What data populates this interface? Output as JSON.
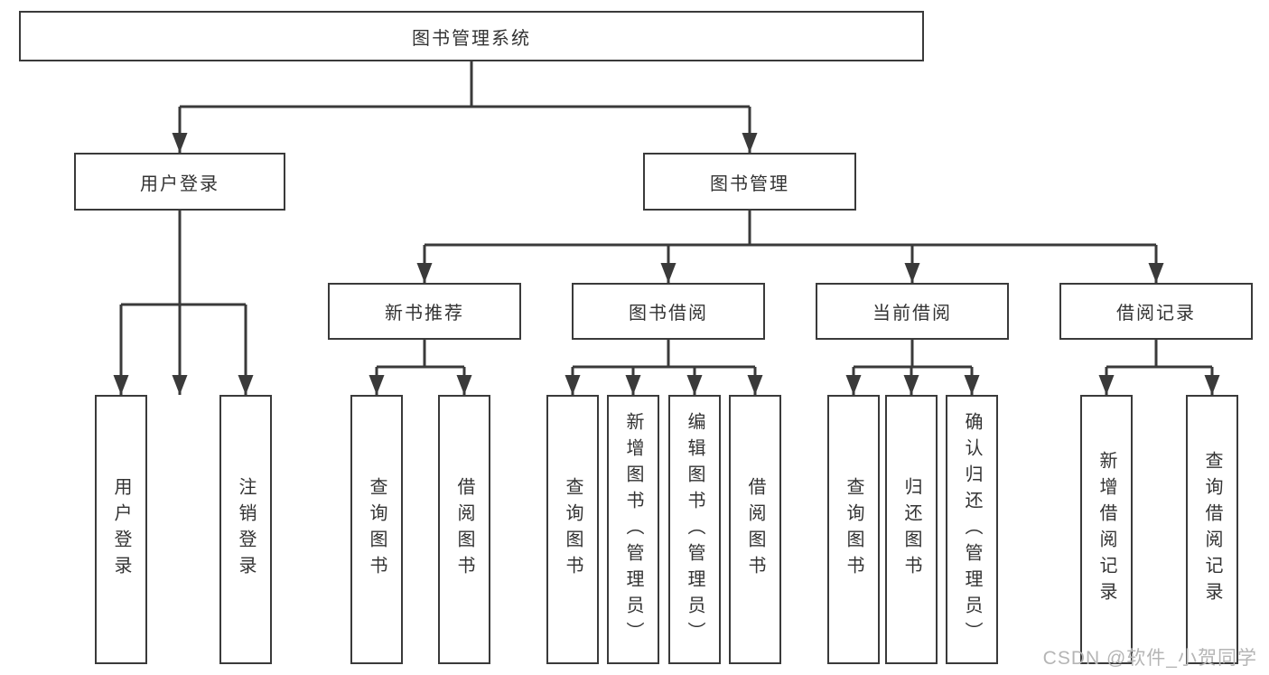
{
  "diagram": {
    "title": "图书管理系统",
    "modules": [
      {
        "label": "用户登录",
        "features": [
          {
            "label": "用户登录"
          },
          {
            "label": "注销登录"
          }
        ]
      },
      {
        "label": "图书管理",
        "submodules": [
          {
            "label": "新书推荐",
            "features": [
              {
                "label": "查询图书"
              },
              {
                "label": "借阅图书"
              }
            ]
          },
          {
            "label": "图书借阅",
            "features": [
              {
                "label": "查询图书"
              },
              {
                "label": "新增图书（管理员）"
              },
              {
                "label": "编辑图书（管理员）"
              },
              {
                "label": "借阅图书"
              }
            ]
          },
          {
            "label": "当前借阅",
            "features": [
              {
                "label": "查询图书"
              },
              {
                "label": "归还图书"
              },
              {
                "label": "确认归还（管理员）"
              }
            ]
          },
          {
            "label": "借阅记录",
            "features": [
              {
                "label": "新增借阅记录"
              },
              {
                "label": "查询借阅记录"
              }
            ]
          }
        ]
      }
    ]
  },
  "watermark": {
    "text": "CSDN @软件_小贺同学"
  },
  "colors": {
    "line": "#3a3a3a",
    "text": "#333333",
    "background": "#ffffff",
    "watermark": "#b5b5b5"
  }
}
